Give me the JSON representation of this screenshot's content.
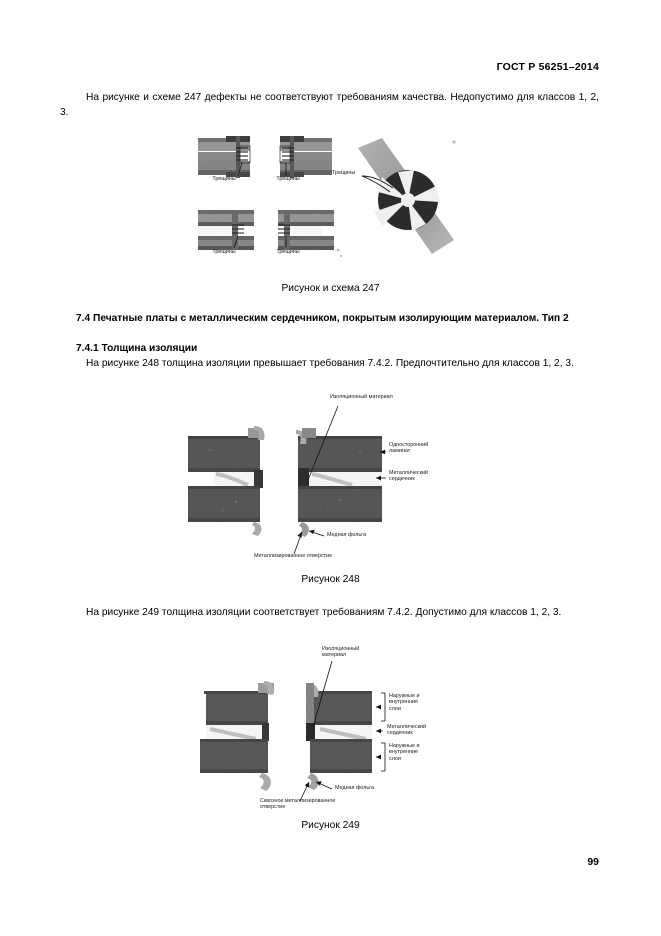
{
  "document": {
    "standard": "ГОСТ Р 56251–2014",
    "page_number": "99"
  },
  "paragraphs": {
    "p247": "На рисунке и схеме 247 дефекты не соответствуют требованиям качества. Недопустимо для классов 1, 2, 3.",
    "p248": "На рисунке 248 толщина изоляции превышает требования 7.4.2. Предпочтительно для классов 1, 2, 3.",
    "p249": "На рисунке 249 толщина изоляции соответствует требованиям 7.4.2. Допустимо для классов 1, 2, 3."
  },
  "headings": {
    "section_7_4": "7.4 Печатные платы с металлическим сердечником, покрытым изолирующим материалом. Тип 2",
    "section_7_4_1": "7.4.1 Толщина изоляции"
  },
  "captions": {
    "fig247": "Рисунок и схема 247",
    "fig248": "Рисунок 248",
    "fig249": "Рисунок 249"
  },
  "figure247": {
    "alt": "Четыре микрошлифа металлизированных отверстий с трещинами и схема контактной площадки со звездообразными перемычками",
    "labels": {
      "cracks_1": "Трещины",
      "cracks_2": "Трещины",
      "cracks_3": "Трещины",
      "cracks_4": "Трещины",
      "cracks_5": "Трещины"
    }
  },
  "figure248": {
    "alt": "Микрошлиф платы с металлическим сердечником, толщина изоляции превышает требования",
    "labels": {
      "insulating_material": "Изоляционный материал",
      "single_sided_laminate": "Односторонний\nламинат",
      "metal_core": "Металлический\nсердечник",
      "copper_foil": "Медная фольга",
      "plated_hole": "Металлизированное отверстие"
    }
  },
  "figure249": {
    "alt": "Микрошлиф платы с металлическим сердечником, толщина изоляции соответствует требованиям",
    "labels": {
      "insulating_material": "Изоляционный\nматериал",
      "outer_inner_layers_top": "Наружные и\nвнутренние\nслои",
      "metal_core": "Металлический\nсердечник",
      "outer_inner_layers_bottom": "Наружные и\nвнутренние\nслои",
      "copper_foil": "Медная фольга",
      "through_plated_hole": "Сквозное металлизированное\nотверстие"
    }
  },
  "colors": {
    "text": "#000000",
    "page_background": "#ffffff",
    "photo_dark": "#4e4e4e",
    "photo_mid": "#6f6f6f",
    "photo_light": "#9a9a9a",
    "photo_pale": "#c2c2c2"
  }
}
